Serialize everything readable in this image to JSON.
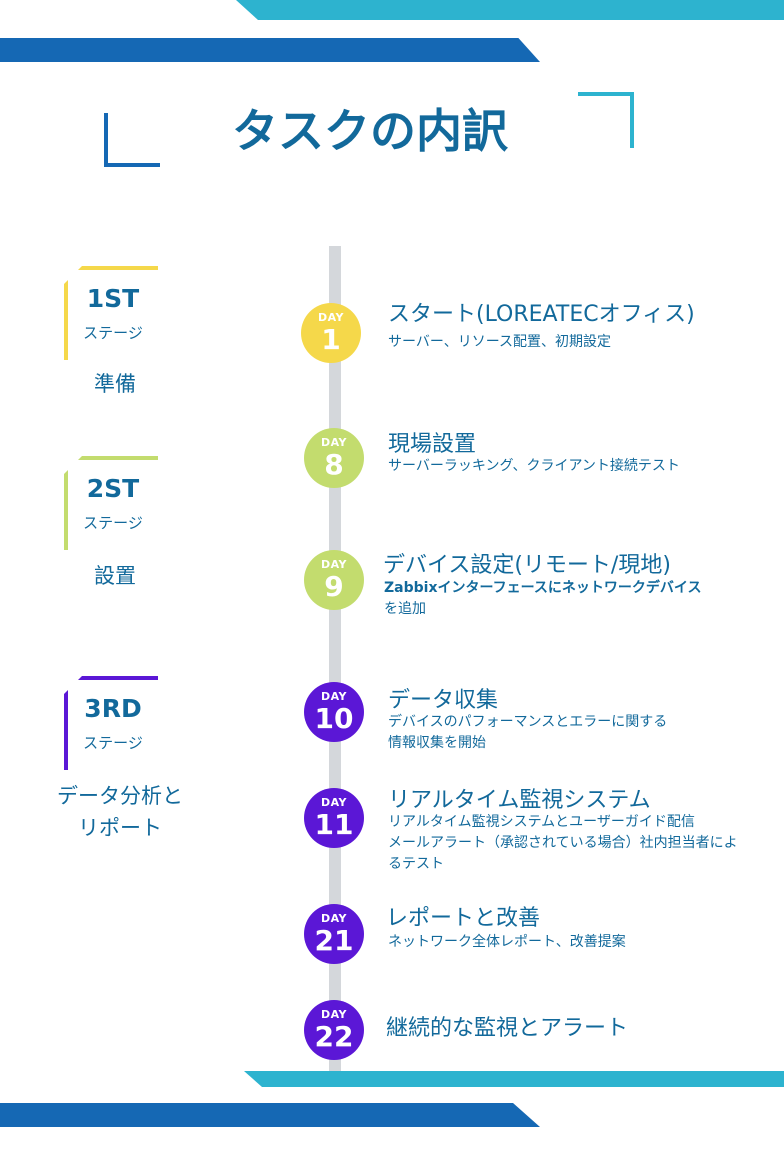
{
  "title": "タスクの内訳",
  "colors": {
    "stage1": "#f5d84a",
    "stage2": "#c3dc6e",
    "stage3": "#5b17d6",
    "text": "#12699b",
    "band_blue": "#1568b4",
    "band_teal": "#2db3cf"
  },
  "stages": [
    {
      "number": "1ST",
      "unit": "ステージ",
      "label": "準備"
    },
    {
      "number": "2ST",
      "unit": "ステージ",
      "label": "設置"
    },
    {
      "number": "3RD",
      "unit": "ステージ",
      "label_line1": "データ分析と",
      "label_line2": "リポート"
    }
  ],
  "events": [
    {
      "day_label": "DAY",
      "day": "1",
      "title": "スタート(LOREATECオフィス)",
      "desc": "サーバー、リソース配置、初期設定"
    },
    {
      "day_label": "DAY",
      "day": "8",
      "title": "現場設置",
      "desc": "サーバーラッキング、クライアント接続テスト"
    },
    {
      "day_label": "DAY",
      "day": "9",
      "title": "デバイス設定(リモート/現地)",
      "desc_line1": "Zabbixインターフェースにネットワークデバイス",
      "desc_line2": "を追加"
    },
    {
      "day_label": "DAY",
      "day": "10",
      "title": "データ収集",
      "desc_line1": "デバイスのパフォーマンスとエラーに関する",
      "desc_line2": "情報収集を開始"
    },
    {
      "day_label": "DAY",
      "day": "11",
      "title": "リアルタイム監視システム",
      "desc_line1": "リアルタイム監視システムとユーザーガイド配信",
      "desc_line2": "メールアラート（承認されている場合）社内担当者によ",
      "desc_line3": "るテスト"
    },
    {
      "day_label": "DAY",
      "day": "21",
      "title": "レポートと改善",
      "desc": "ネットワーク全体レポート、改善提案"
    },
    {
      "day_label": "DAY",
      "day": "22",
      "title": "継続的な監視とアラート"
    }
  ]
}
